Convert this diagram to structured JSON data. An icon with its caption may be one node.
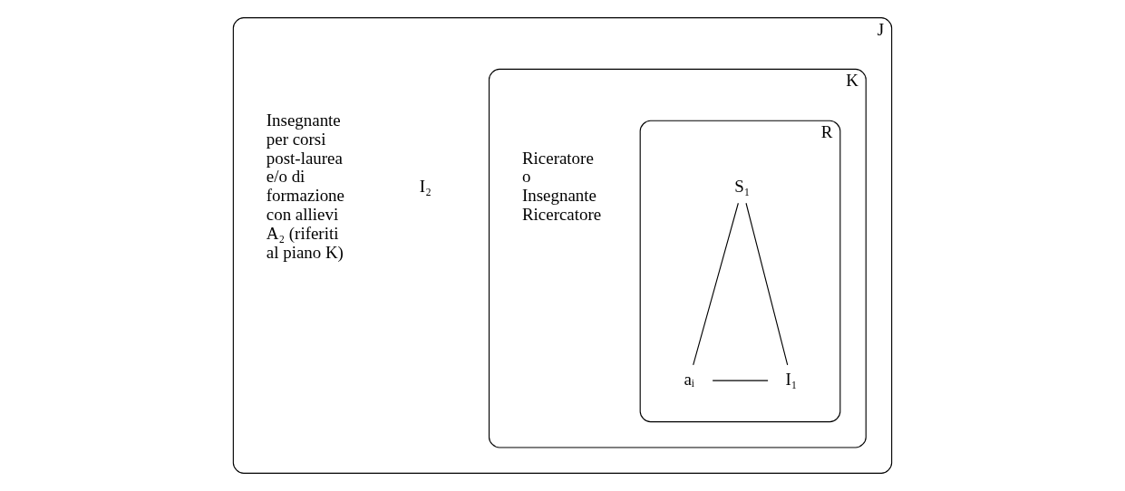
{
  "diagram": {
    "nodes": [
      {
        "text": [
          "J"
        ]
      },
      {
        "text": [
          "K"
        ],
        "in": 0
      },
      {
        "text": [
          "R"
        ],
        "in": 1
      },
      {
        "text": [
          "S₁"
        ],
        "in": 2
      },
      {
        "text": [
          "aᵢ"
        ],
        "in": 2
      },
      {
        "text": [
          "I₁"
        ],
        "in": 2
      }
    ],
    "edges": [
      {
        "from": 3,
        "to": 4,
        "arrow": "none"
      },
      {
        "from": 4,
        "to": 5,
        "arrow": "none"
      },
      {
        "from": 5,
        "to": 3,
        "arrow": "none"
      }
    ],
    "labels": [
      "Riceratore o Insegnante Ricercatore",
      "I₂",
      "Insegnante per corsi post-laurea e/o di formazione con allievi A₂ (riferiti al piano K)"
    ]
  }
}
